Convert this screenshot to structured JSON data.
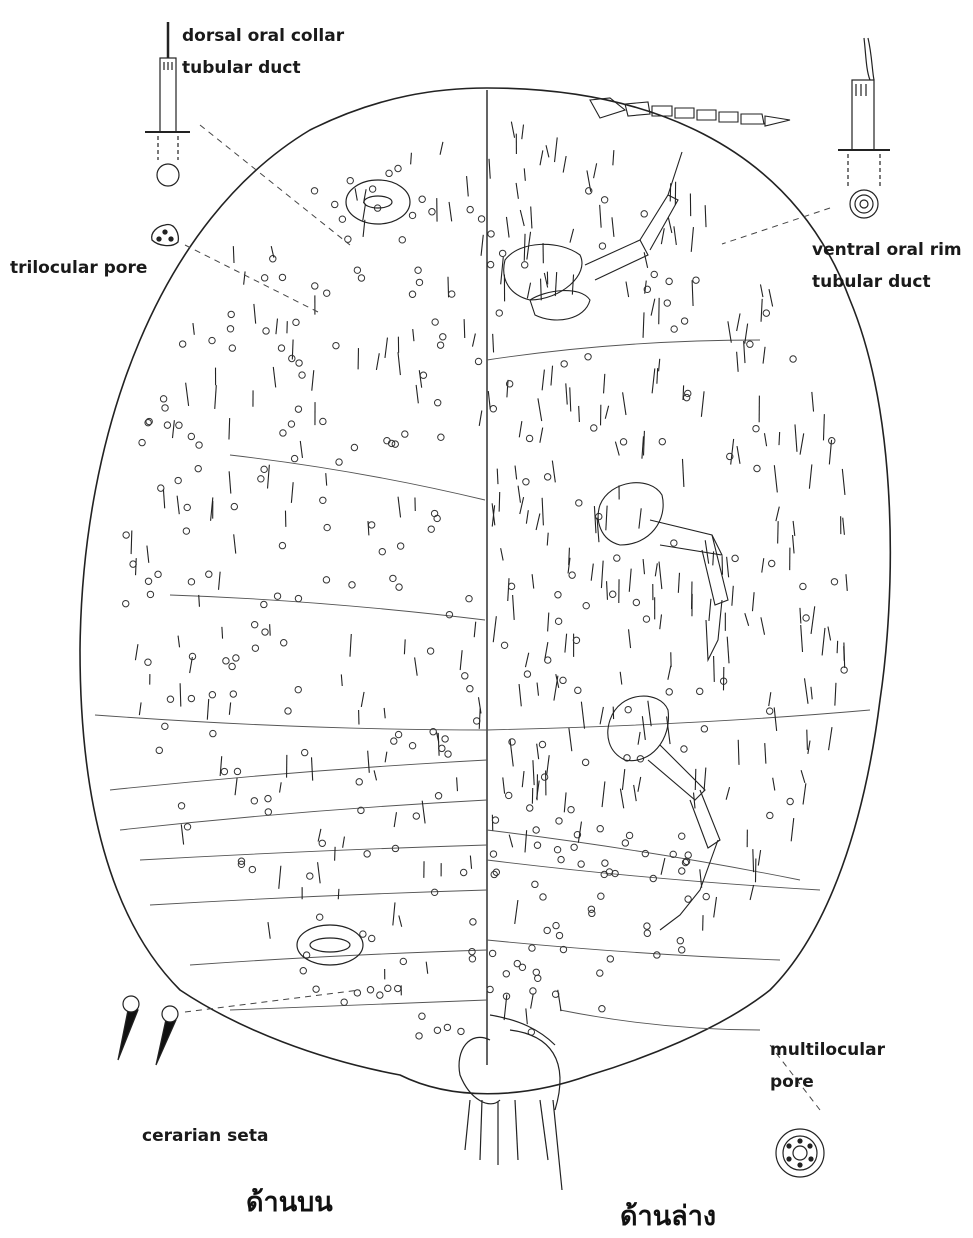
{
  "labels": {
    "dorsal_oral_collar": [
      "dorsal oral collar",
      "tubular duct"
    ],
    "trilocular_pore": "trilocular pore",
    "ventral_oral_rim": [
      "ventral oral rim",
      "tubular duct"
    ],
    "multilocular_pore": [
      "multilocular",
      "pore"
    ],
    "cerarian_seta": "cerarian seta"
  },
  "sides": {
    "dorsal": "ด้านบน",
    "ventral": "ด้านล่าง"
  },
  "colors": {
    "ink": "#1a1a1a",
    "background": "#ffffff"
  }
}
